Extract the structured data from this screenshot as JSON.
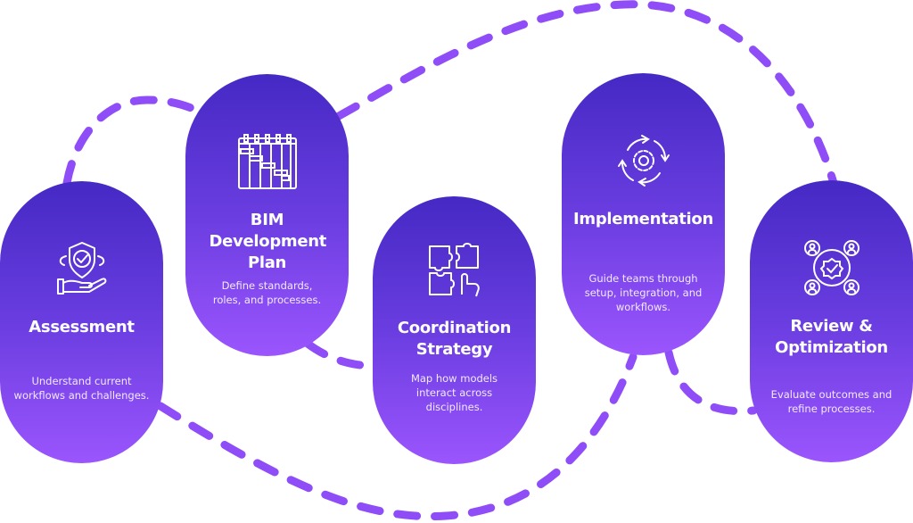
{
  "colors": {
    "path": "#8f4df7",
    "pill_top": "#4529c4",
    "pill_bottom": "#9b55fd",
    "text": "#ffffff"
  },
  "steps": [
    {
      "title": "Assessment",
      "description": "Understand current workflows and challenges.",
      "icon": "shield-check-hand-icon"
    },
    {
      "title": "BIM Development Plan",
      "description": "Define standards, roles, and processes.",
      "icon": "gantt-calendar-icon"
    },
    {
      "title": "Coordination Strategy",
      "description": "Map how models interact across disciplines.",
      "icon": "puzzle-icon"
    },
    {
      "title": "Implementation",
      "description": "Guide teams through setup, integration, and workflows.",
      "icon": "gear-cycle-icon"
    },
    {
      "title": "Review & Optimization",
      "description": "Evaluate outcomes and refine processes.",
      "icon": "team-badge-icon"
    }
  ]
}
